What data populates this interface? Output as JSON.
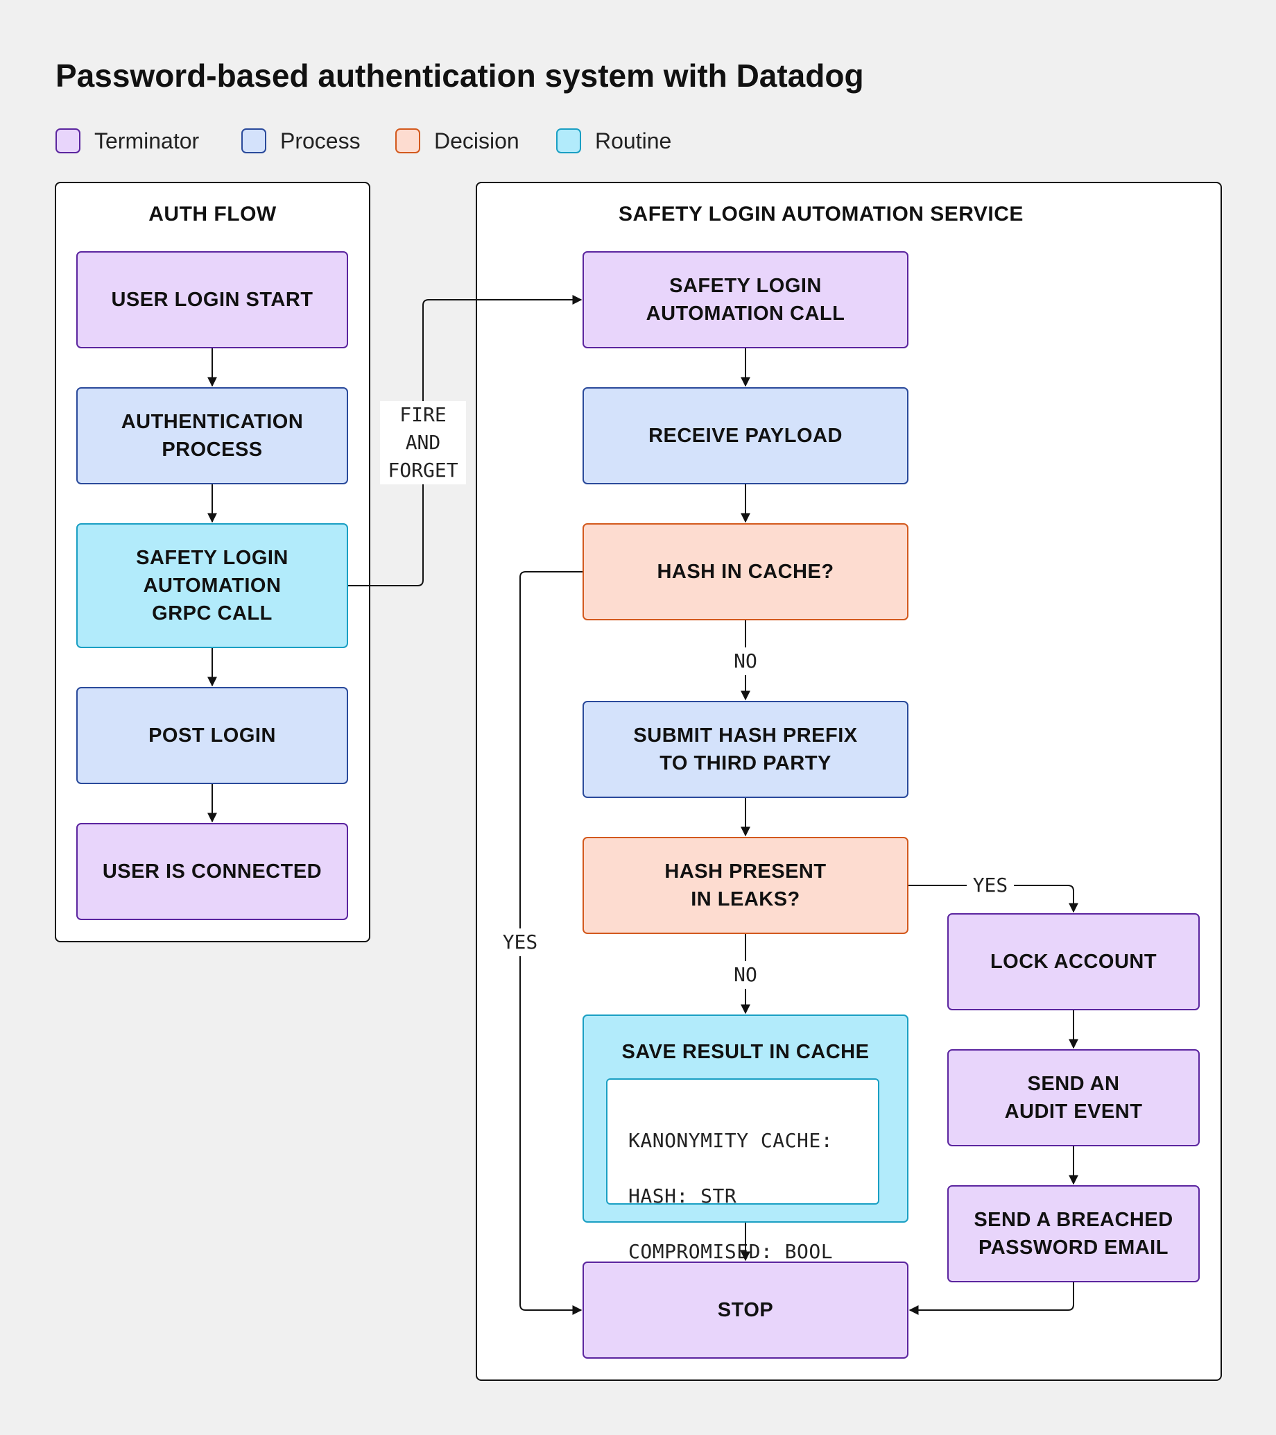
{
  "title": "Password-based authentication system with Datadog",
  "legend": [
    {
      "label": "Terminator",
      "color": "#e8d5fb"
    },
    {
      "label": "Process",
      "color": "#d4e2fb"
    },
    {
      "label": "Decision",
      "color": "#fddcd0"
    },
    {
      "label": "Routine",
      "color": "#b2ebfb"
    }
  ],
  "auth_flow": {
    "title": "AUTH FLOW",
    "nodes": {
      "user_login_start": "USER LOGIN START",
      "authentication_process": "AUTHENTICATION\nPROCESS",
      "grpc_call": "SAFETY LOGIN\nAUTOMATION\nGRPC CALL",
      "post_login": "POST LOGIN",
      "user_connected": "USER IS CONNECTED"
    }
  },
  "service": {
    "title": "SAFETY LOGIN AUTOMATION SERVICE",
    "nodes": {
      "automation_call": "SAFETY LOGIN\nAUTOMATION CALL",
      "receive_payload": "RECEIVE PAYLOAD",
      "hash_in_cache": "HASH IN CACHE?",
      "submit_prefix": "SUBMIT HASH PREFIX\nTO THIRD PARTY",
      "hash_in_leaks": "HASH PRESENT\nIN LEAKS?",
      "save_cache": "SAVE RESULT IN CACHE",
      "lock_account": "LOCK ACCOUNT",
      "audit_event": "SEND AN\nAUDIT EVENT",
      "breached_email": "SEND A BREACHED\nPASSWORD EMAIL",
      "stop": "STOP"
    },
    "cache_schema": [
      "KANONYMITY CACHE:",
      "HASH: STR",
      "COMPROMISED: BOOL"
    ]
  },
  "edge_labels": {
    "fire_and_forget": "FIRE\nAND\nFORGET",
    "no_cache": "NO",
    "yes_cache": "YES",
    "no_leaks": "NO",
    "yes_leaks": "YES"
  }
}
